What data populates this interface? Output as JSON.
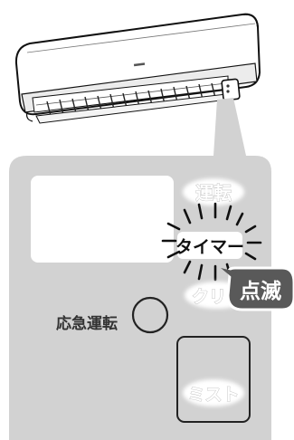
{
  "indicators": {
    "run_label": "運転",
    "timer_label": "タイマー",
    "clean_label": "クリーン",
    "mist_label": "ミスト"
  },
  "emergency": {
    "label": "応急運転"
  },
  "callout": {
    "blink_label": "点滅"
  },
  "colors": {
    "panel": "#d2d2d2",
    "halo": "#f2f2f2",
    "callout_bubble": "#595959",
    "outline": "#222222"
  },
  "icons": {
    "timer_burst": "blink-rays-icon",
    "emergency_button": "round-button-icon"
  }
}
